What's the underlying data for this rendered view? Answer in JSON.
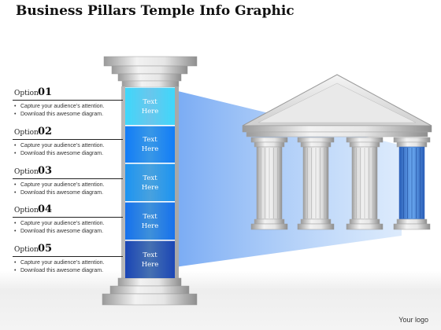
{
  "title": "Business Pillars Temple Info Graphic",
  "options": [
    {
      "label": "Option",
      "num": "01",
      "lines": [
        "Capture your audience’s attention.",
        "Download this awesome diagram."
      ],
      "text": "Text\nHere",
      "color": "#58b8e8"
    },
    {
      "label": "Option",
      "num": "02",
      "lines": [
        "Capture your audience’s attention.",
        "Download this awesome diagram."
      ],
      "text": "Text\nHere",
      "color": "#2f7ee0"
    },
    {
      "label": "Option",
      "num": "03",
      "lines": [
        "Capture your audience’s attention.",
        "Download this awesome diagram."
      ],
      "text": "Text\nHere",
      "color": "#3c8ad6"
    },
    {
      "label": "Option",
      "num": "04",
      "lines": [
        "Capture your audience’s attention.",
        "Download this awesome diagram."
      ],
      "text": "Text\nHere",
      "color": "#3478d0"
    },
    {
      "label": "Option",
      "num": "05",
      "lines": [
        "Capture your audience’s attention.",
        "Download this awesome diagram."
      ],
      "text": "Text\nHere",
      "color": "#3a5e9e"
    }
  ],
  "logo": "Your logo"
}
